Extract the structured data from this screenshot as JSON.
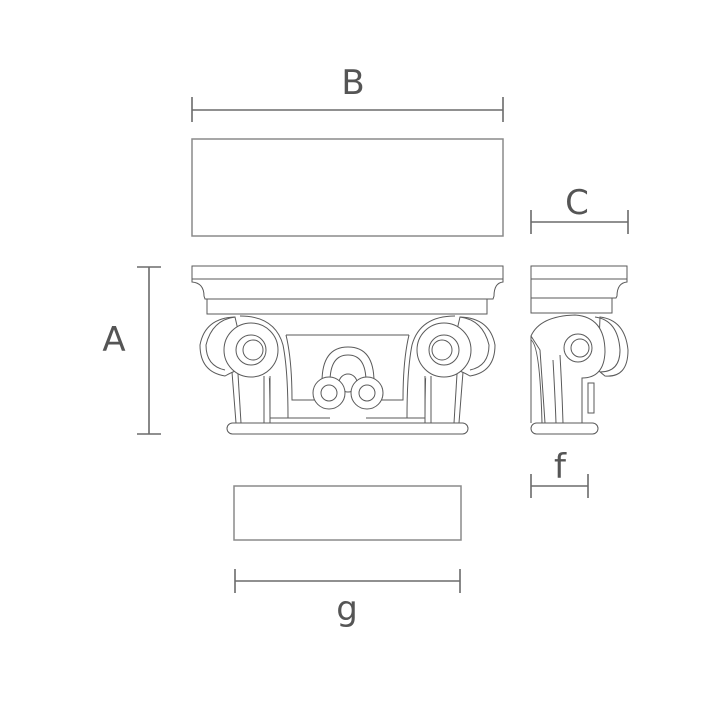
{
  "drawing": {
    "title": "Ionic capital dimension drawing",
    "colors": {
      "background": "#ffffff",
      "dimension_line": "#6b6b6b",
      "outline": "#8a8a8a",
      "detail_line": "#5a5a5a",
      "label": "#555555"
    },
    "dimensions": {
      "A": {
        "label": "A",
        "orientation": "vertical",
        "describes": "overall height of capital (front view)"
      },
      "B": {
        "label": "B",
        "orientation": "horizontal",
        "describes": "width of top view (abacus)"
      },
      "C": {
        "label": "C",
        "orientation": "horizontal",
        "describes": "depth of side view at top"
      },
      "f": {
        "label": "f",
        "orientation": "horizontal",
        "describes": "depth of side view at base"
      },
      "g": {
        "label": "g",
        "orientation": "horizontal",
        "describes": "width of bottom view (base)"
      }
    },
    "views": [
      {
        "name": "top-view",
        "shape": "rectangle"
      },
      {
        "name": "front-view",
        "shape": "ionic capital with two volutes and central scroll ornament"
      },
      {
        "name": "side-view",
        "shape": "ionic capital profile with volute"
      },
      {
        "name": "bottom-view",
        "shape": "rectangle"
      }
    ]
  }
}
